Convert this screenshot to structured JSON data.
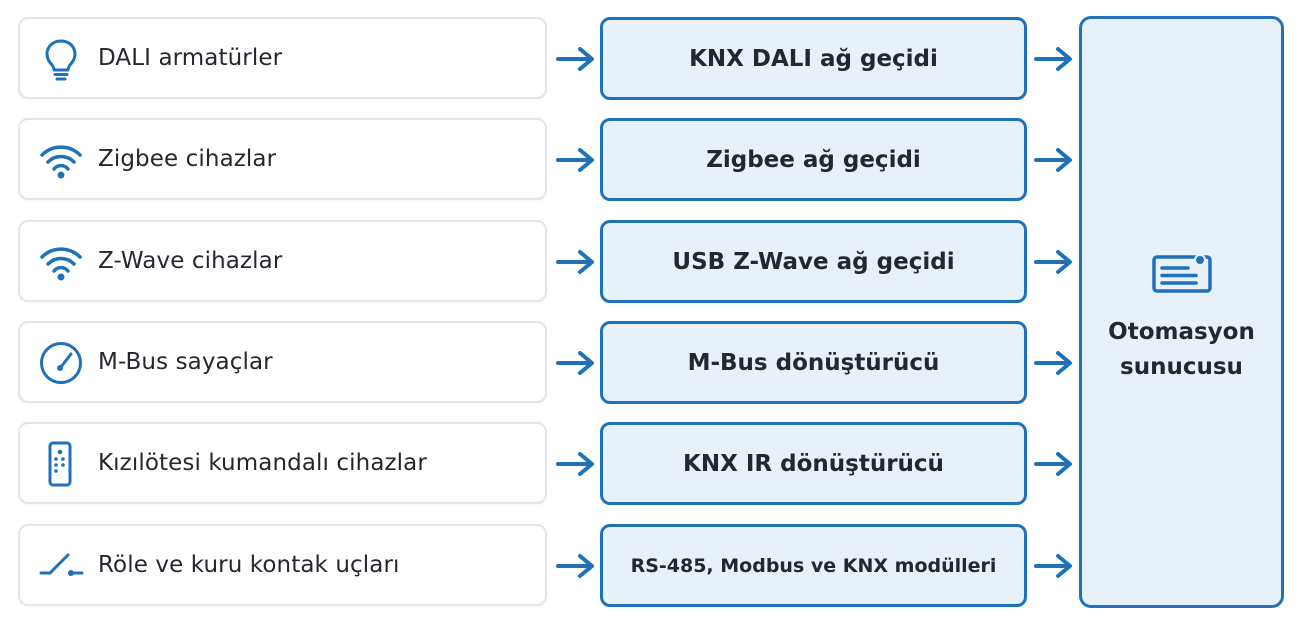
{
  "devices": [
    {
      "label": "DALI armatürler",
      "icon": "lightbulb-icon"
    },
    {
      "label": "Zigbee cihazlar",
      "icon": "wifi-icon"
    },
    {
      "label": "Z-Wave cihazlar",
      "icon": "wifi-icon"
    },
    {
      "label": "M-Bus sayaçlar",
      "icon": "meter-gauge-icon"
    },
    {
      "label": "Kızılötesi kumandalı cihazlar",
      "icon": "remote-control-icon"
    },
    {
      "label": "Röle ve kuru kontak uçları",
      "icon": "switch-contact-icon"
    }
  ],
  "gateways": [
    {
      "label": "KNX DALI ağ geçidi"
    },
    {
      "label": "Zigbee ağ geçidi"
    },
    {
      "label": "USB Z-Wave ağ geçidi"
    },
    {
      "label": "M-Bus dönüştürücü"
    },
    {
      "label": "KNX IR dönüştürücü"
    },
    {
      "label": "RS-485, Modbus ve KNX modülleri"
    }
  ],
  "server": {
    "icon": "server-icon",
    "label_line1": "Otomasyon",
    "label_line2": "sunucusu"
  },
  "colors": {
    "accent": "#1f72ba",
    "box_fill": "#e8f1fa",
    "device_border": "#e2e6ec",
    "text": "#24282e"
  }
}
